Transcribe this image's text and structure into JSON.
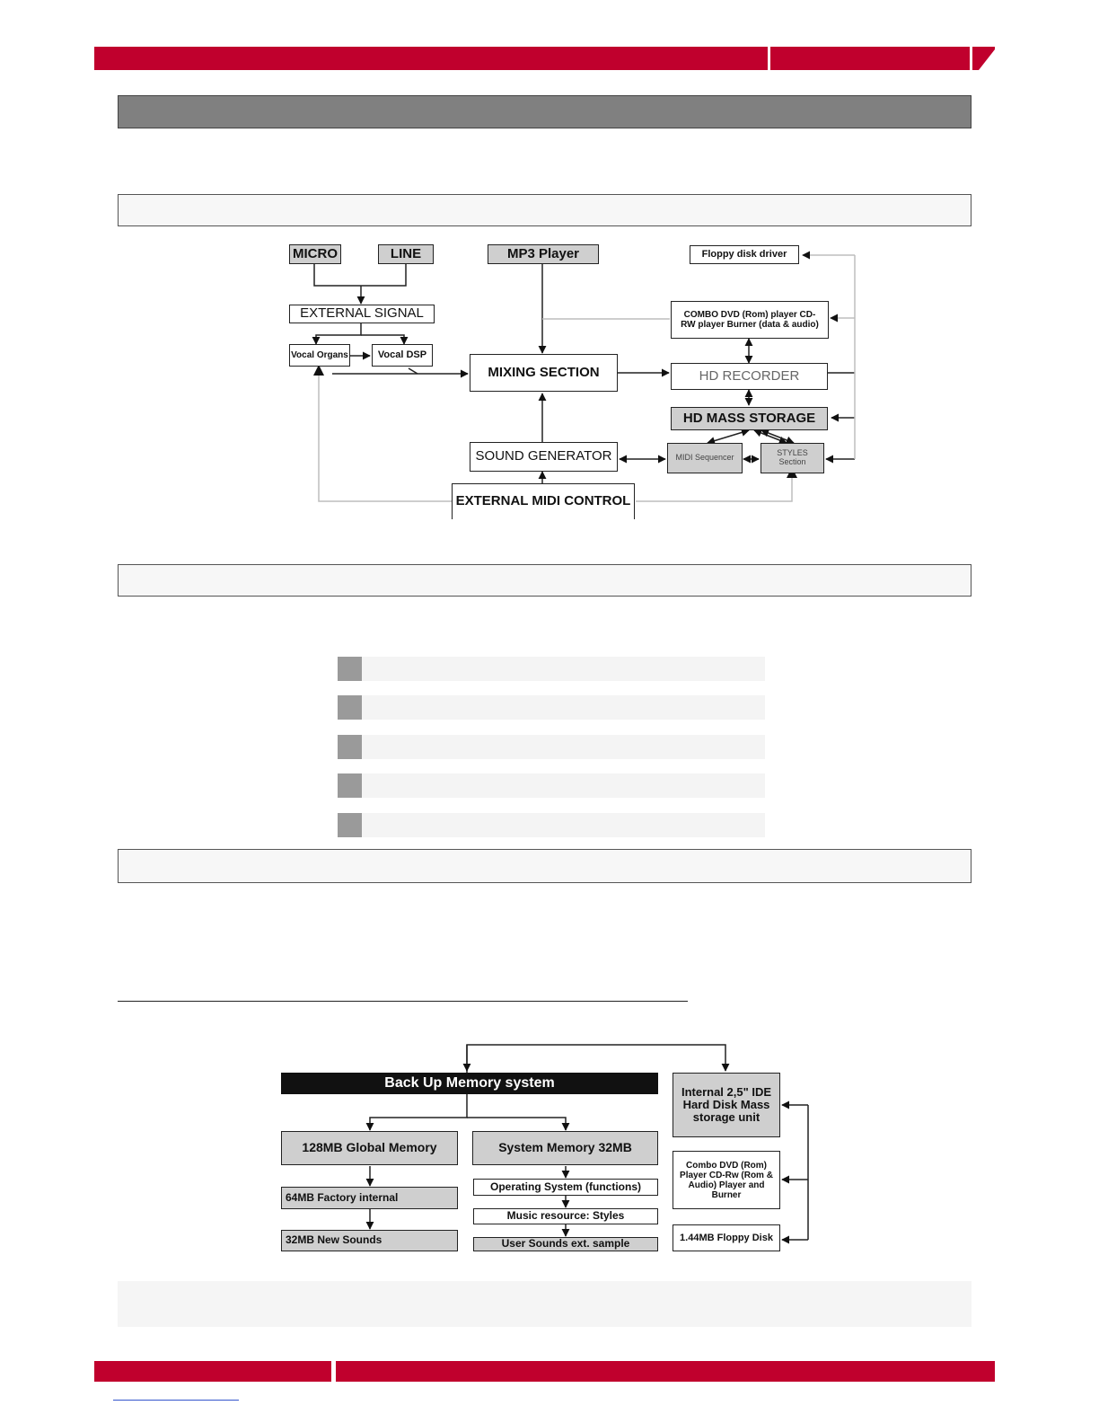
{
  "diagram1": {
    "nodes": {
      "micro": "MICRO",
      "line": "LINE",
      "mp3": "MP3 Player",
      "floppy": "Floppy disk driver",
      "combo": "COMBO DVD (Rom) player CD-RW player Burner (data & audio)",
      "external_signal": "EXTERNAL SIGNAL",
      "vocal_organs": "Vocal Organs",
      "vocal_dsp": "Vocal DSP",
      "mixing": "MIXING SECTION",
      "hd_recorder": "HD RECORDER",
      "hd_mass": "HD MASS STORAGE",
      "sound_gen": "SOUND GENERATOR",
      "midi_seq": "MIDI Sequencer",
      "styles": "STYLES Section",
      "ext_midi": "EXTERNAL MIDI CONTROL"
    }
  },
  "diagram2": {
    "nodes": {
      "backup": "Back Up Memory system",
      "hd_internal": "Internal 2,5\" IDE Hard Disk Mass storage unit",
      "global_mem": "128MB Global Memory",
      "system_mem": "System Memory 32MB",
      "combo": "Combo DVD (Rom) Player CD-Rw (Rom & Audio) Player and Burner",
      "factory": "64MB Factory internal",
      "os": "Operating System (functions)",
      "music": "Music resource: Styles",
      "new_sounds": "32MB New Sounds",
      "user_sounds": "User Sounds ext. sample",
      "floppy": "1.44MB Floppy Disk"
    }
  },
  "colors": {
    "brand_red": "#c0002d",
    "header_gray": "#808080",
    "box_gray": "#cfcfcf"
  }
}
